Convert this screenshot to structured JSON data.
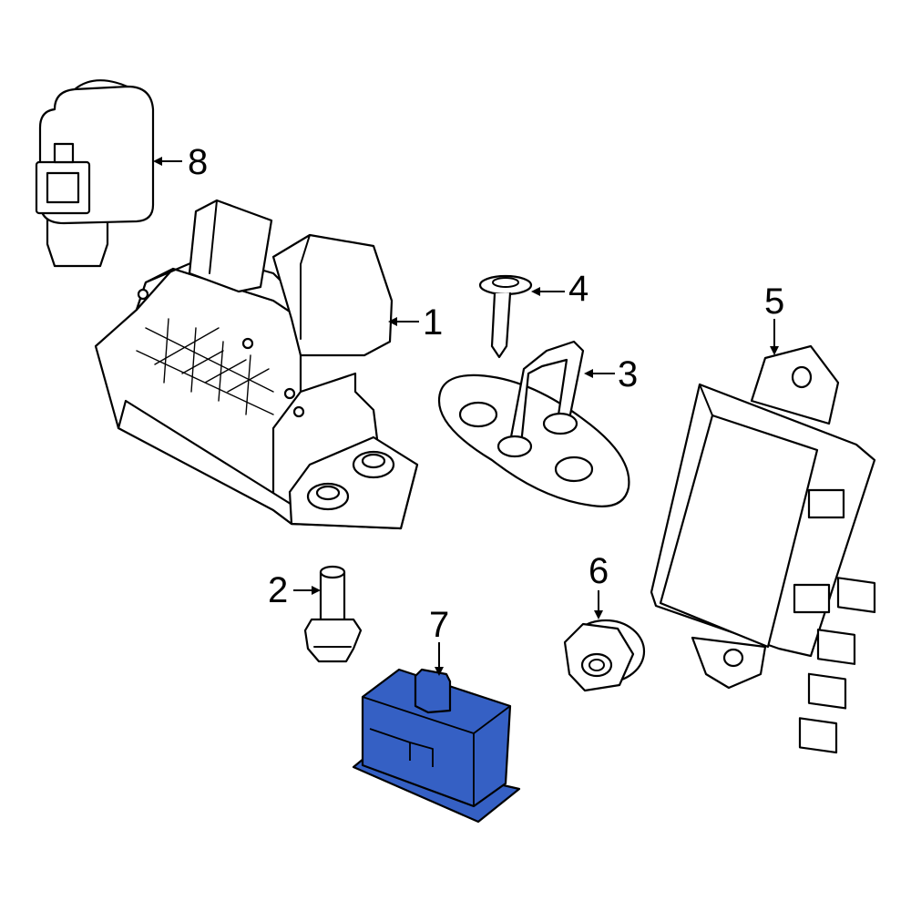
{
  "diagram": {
    "callouts": {
      "c1": "1",
      "c2": "2",
      "c3": "3",
      "c4": "4",
      "c5": "5",
      "c6": "6",
      "c7": "7",
      "c8": "8"
    },
    "highlight_color": "#3560c4",
    "highlighted_part": "7"
  }
}
